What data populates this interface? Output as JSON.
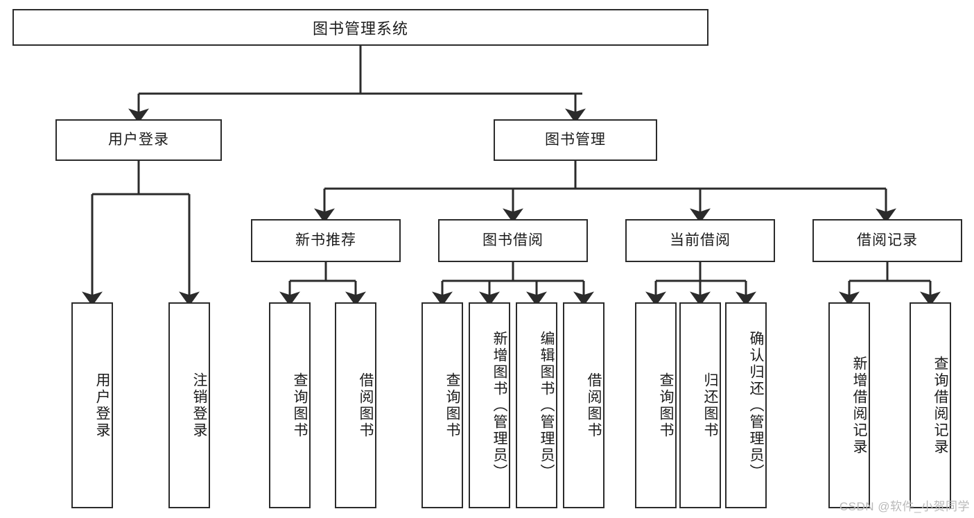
{
  "diagram": {
    "type": "tree-hierarchy-chart",
    "title": "图书管理系统",
    "watermark": "CSDN @软件_小贺同学",
    "colors": {
      "box_border": "#2b2b2b",
      "box_fill": "#ffffff",
      "connector": "#2b2b2b",
      "text": "#1b1b1b",
      "watermark": "#b9b9b9"
    },
    "levels": {
      "root": {
        "label": "图书管理系统"
      },
      "level2": [
        {
          "label": "用户登录"
        },
        {
          "label": "图书管理"
        }
      ],
      "level3": [
        {
          "label": "新书推荐"
        },
        {
          "label": "图书借阅"
        },
        {
          "label": "当前借阅"
        },
        {
          "label": "借阅记录"
        }
      ],
      "leaves": {
        "user_login": [
          {
            "label": "用户登录"
          },
          {
            "label": "注销登录"
          }
        ],
        "new_book_recommend": [
          {
            "label": "查询图书"
          },
          {
            "label": "借阅图书"
          }
        ],
        "book_borrow": [
          {
            "label": "查询图书"
          },
          {
            "label": "新增图书（管理员）"
          },
          {
            "label": "编辑图书（管理员）"
          },
          {
            "label": "借阅图书"
          }
        ],
        "current_borrow": [
          {
            "label": "查询图书"
          },
          {
            "label": "归还图书"
          },
          {
            "label": "确认归还（管理员）"
          }
        ],
        "borrow_record": [
          {
            "label": "新增借阅记录"
          },
          {
            "label": "查询借阅记录"
          }
        ]
      }
    }
  }
}
